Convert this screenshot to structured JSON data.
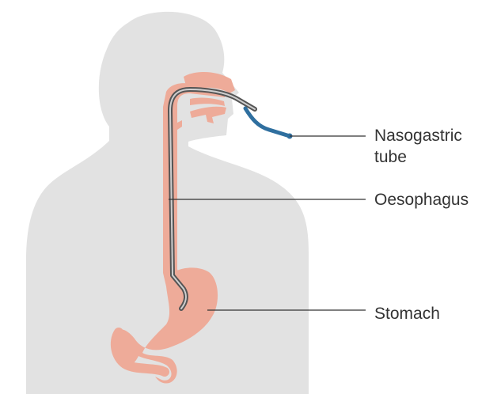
{
  "labels": {
    "nasogastric_tube": "Nasogastric tube",
    "oesophagus": "Oesophagus",
    "stomach": "Stomach"
  },
  "colors": {
    "body": "#e2e2e2",
    "organ": "#eeab99",
    "tube_outline": "#555555",
    "tube_fill": "#cfcfcf",
    "tube_tip": "#2f6f9f",
    "leader_line": "#333333",
    "text": "#333333"
  }
}
